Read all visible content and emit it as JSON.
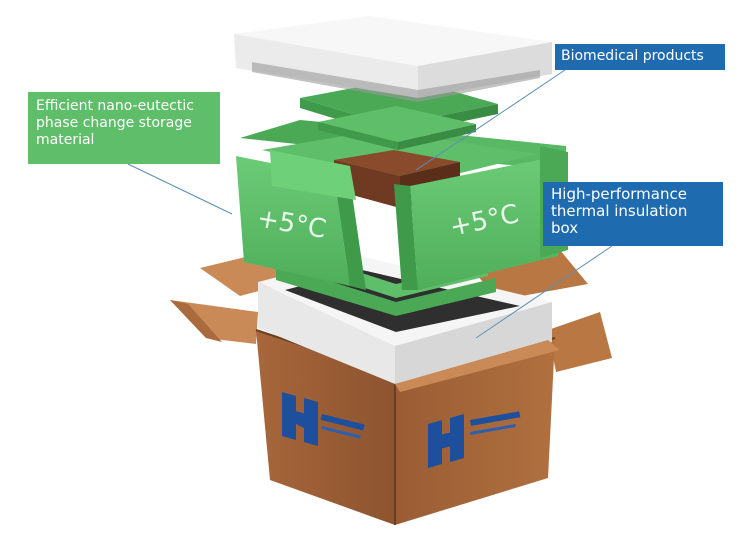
{
  "callouts": {
    "material": "Efficient nano-eutectic phase change storage material",
    "biomedical": "Biomedical products",
    "insulation": "High-performance thermal insulation box"
  },
  "panels": {
    "left_temp": "+5°C",
    "right_temp": "+5°C"
  },
  "colors": {
    "lid": "#f2f2f2",
    "panel_green": "#5fbe6a",
    "panel_green_dark": "#3f9a4a",
    "foam_white": "#f1f1f1",
    "carton": "#a8663b",
    "carton_dark": "#7b4a28",
    "logo_blue": "#1e4f9c",
    "callout_green": "#5fbe6a",
    "callout_blue": "#1e6bb0"
  },
  "icons": [
    "company-logo-left",
    "company-logo-right"
  ]
}
